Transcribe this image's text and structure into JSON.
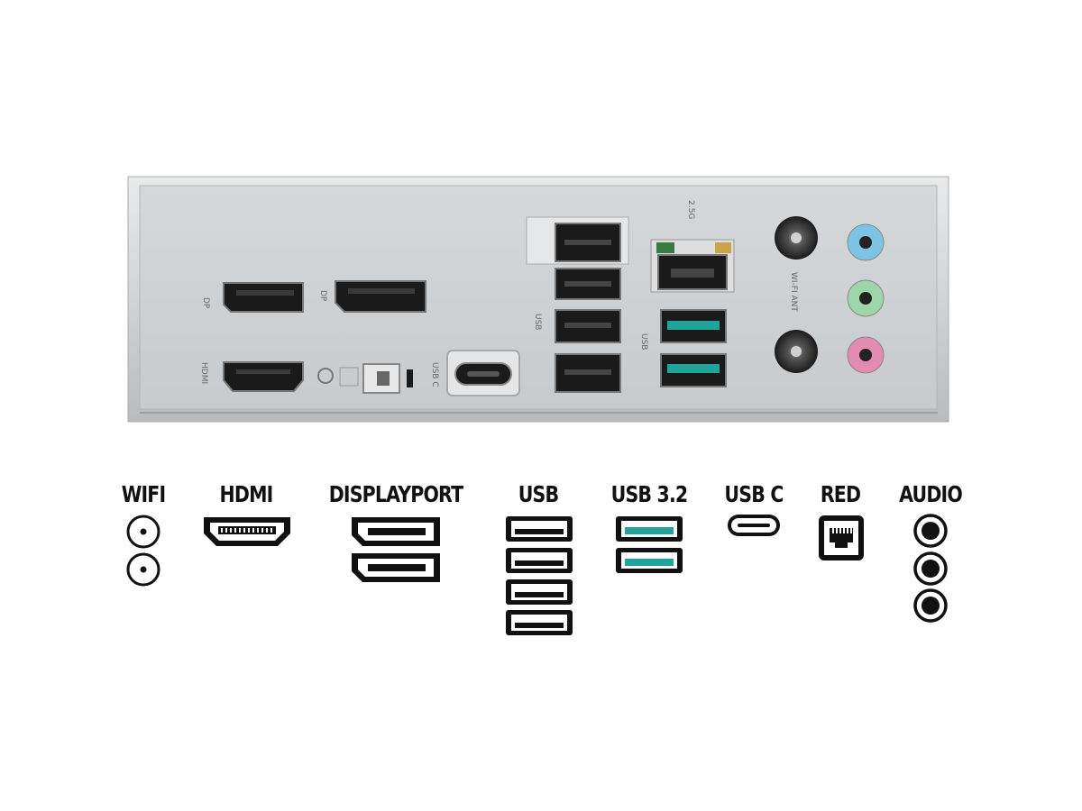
{
  "panel": {
    "labels": {
      "dp1": "DP",
      "dp2": "DP",
      "hdmi": "HDMI",
      "usb_c_port": "USB C",
      "usb_group_small": "USB",
      "usb_group_blue": "USB",
      "lan": "2.5G",
      "wifi": "WI-FI ANT"
    },
    "audio_colors": [
      "#7cc4e3",
      "#9fd6a9",
      "#e38bb0"
    ],
    "usb32_color": "#1fa39a"
  },
  "legend": {
    "items": [
      {
        "label": "WIFI",
        "icon": "wifi-antenna-icon"
      },
      {
        "label": "HDMI",
        "icon": "hdmi-icon"
      },
      {
        "label": "DISPLAYPORT",
        "icon": "displayport-icon"
      },
      {
        "label": "USB",
        "icon": "usb-a-icon"
      },
      {
        "label": "USB 3.2",
        "icon": "usb32-icon"
      },
      {
        "label": "USB C",
        "icon": "usb-c-icon"
      },
      {
        "label": "RED",
        "icon": "ethernet-icon"
      },
      {
        "label": "AUDIO",
        "icon": "audio-jack-icon"
      }
    ]
  }
}
